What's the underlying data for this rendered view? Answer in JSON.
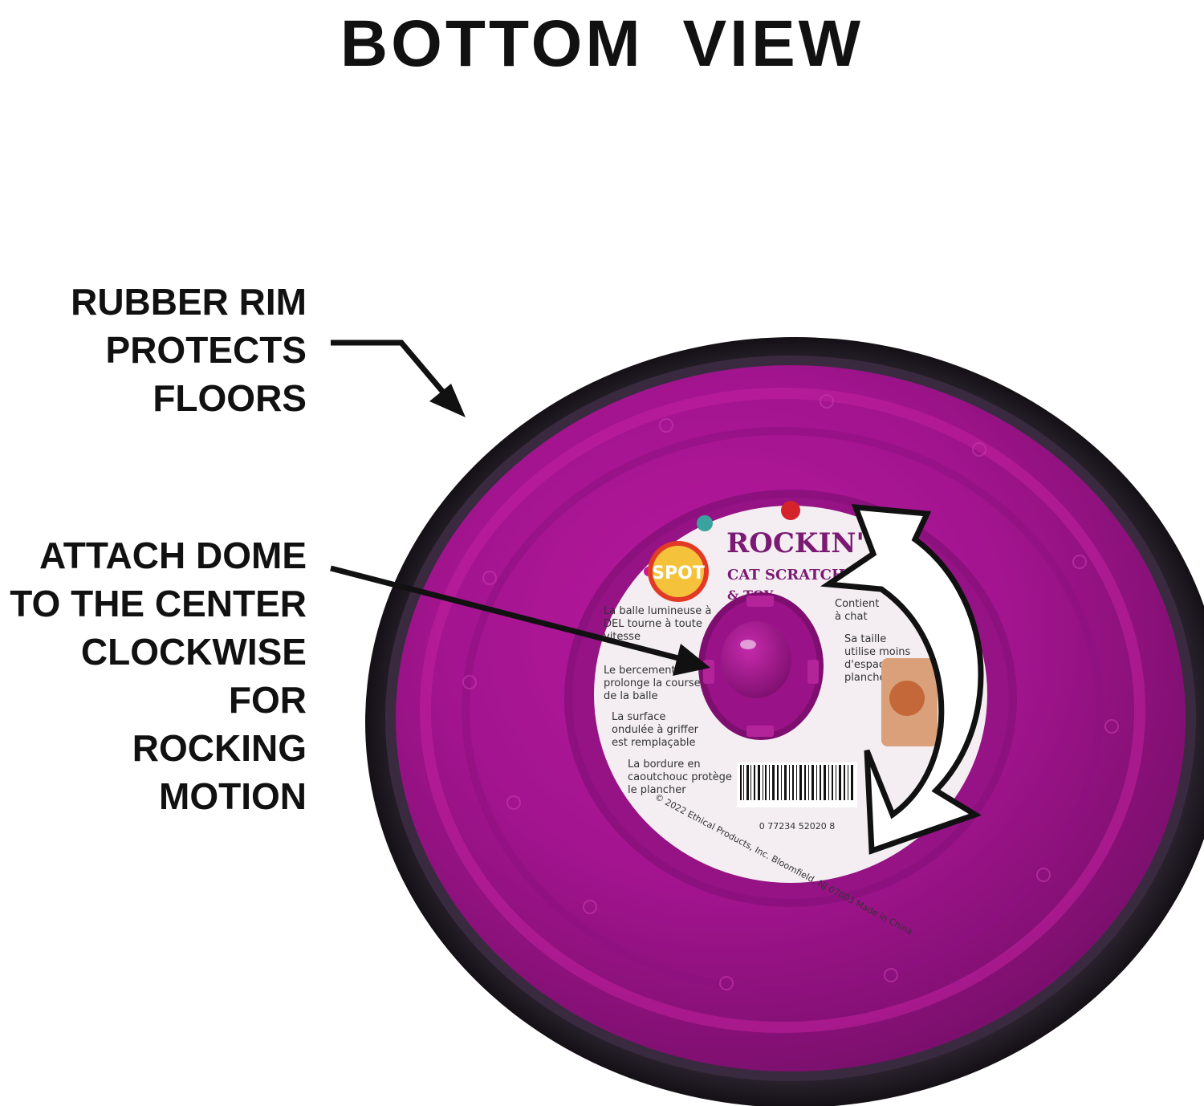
{
  "title": "BOTTOM VIEW",
  "callouts": {
    "rim": [
      "RUBBER RIM",
      "PROTECTS",
      "FLOORS"
    ],
    "dome": [
      "ATTACH DOME",
      "TO THE CENTER",
      "CLOCKWISE FOR",
      "ROCKING",
      "MOTION"
    ]
  },
  "label": {
    "spot": "SPOT",
    "rockin": "ROCKIN'",
    "line2": "CAT SCRATCHER",
    "line3": "& TOY",
    "bullets_left": [
      "La balle lumineuse à",
      "DEL tourne à toute",
      "vitesse",
      "Le bercement",
      "prolonge la course",
      "de la balle",
      "La surface",
      "ondulée à griffer",
      "est remplaçable",
      "La bordure en",
      "caoutchouc protège",
      "le plancher"
    ],
    "bullets_right": [
      "Contient",
      "à chat",
      "Sa taille",
      "utilise moins",
      "d'espace de",
      "plancher"
    ],
    "barcode": "0 77234 52020 8",
    "footer": "© 2022 Ethical Products, Inc. Bloomfield, NJ 07003  Made in China"
  },
  "colors": {
    "body": "#a3148f",
    "body_dark": "#6e0f63",
    "rim": "#1f1a22",
    "arrow": "#111111"
  }
}
